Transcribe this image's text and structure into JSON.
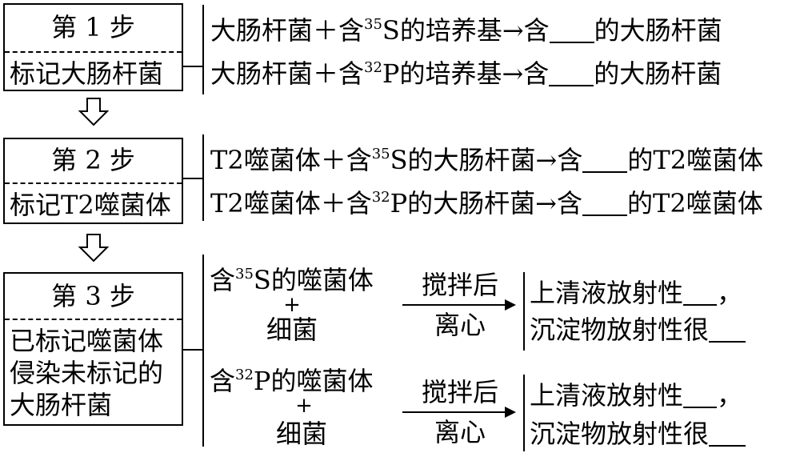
{
  "step1": {
    "title": "第 1 步",
    "desc": "标记大肠杆菌",
    "line1": {
      "pre": "大肠杆菌＋含",
      "sup": "35",
      "post": "S的培养基→含",
      "tail": "的大肠杆菌"
    },
    "line2": {
      "pre": "大肠杆菌＋含",
      "sup": "32",
      "post": "P的培养基→含",
      "tail": "的大肠杆菌"
    }
  },
  "step2": {
    "title": "第 2 步",
    "desc": "标记T2噬菌体",
    "line1": {
      "pre": "T2噬菌体＋含",
      "sup": "35",
      "post": "S的大肠杆菌→含",
      "tail": "的T2噬菌体"
    },
    "line2": {
      "pre": "T2噬菌体＋含",
      "sup": "32",
      "post": "P的大肠杆菌→含",
      "tail": "的T2噬菌体"
    }
  },
  "step3": {
    "title": "第 3 步",
    "desc_lines": [
      "已标记噬菌体",
      "侵染未标记的",
      "大肠杆菌"
    ],
    "exp1": {
      "pre": "含",
      "sup": "35",
      "post": "S的噬菌体",
      "plus": "+",
      "bacteria": "细菌"
    },
    "exp2": {
      "pre": "含",
      "sup": "32",
      "post": "P的噬菌体",
      "plus": "+",
      "bacteria": "细菌"
    },
    "arrow_top": "搅拌后",
    "arrow_bottom": "离心",
    "result1": {
      "sup_text": "上清液放射性",
      "comma": "，",
      "sed_text": "沉淀物放射性很"
    },
    "result2": {
      "sup_text": "上清液放射性",
      "comma": "，",
      "sed_text": "沉淀物放射性很"
    }
  }
}
